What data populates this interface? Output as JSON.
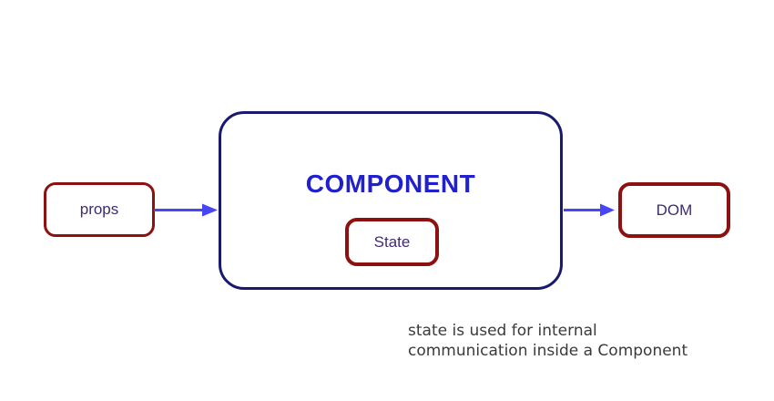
{
  "diagram": {
    "props_label": "props",
    "component_label": "COMPONENT",
    "state_label": "State",
    "dom_label": "DOM",
    "caption_line1": "state is used for internal",
    "caption_line2": "communication inside a Component",
    "arrows": [
      {
        "name": "props-to-component"
      },
      {
        "name": "component-to-dom"
      }
    ],
    "colors": {
      "background": "#ffffff",
      "box_border_red": "#8e1111",
      "component_border": "#191970",
      "component_text": "#2020cf",
      "node_text": "#3f2b70",
      "arrow": "#4646f5",
      "caption_text": "#3a3a3a"
    }
  }
}
